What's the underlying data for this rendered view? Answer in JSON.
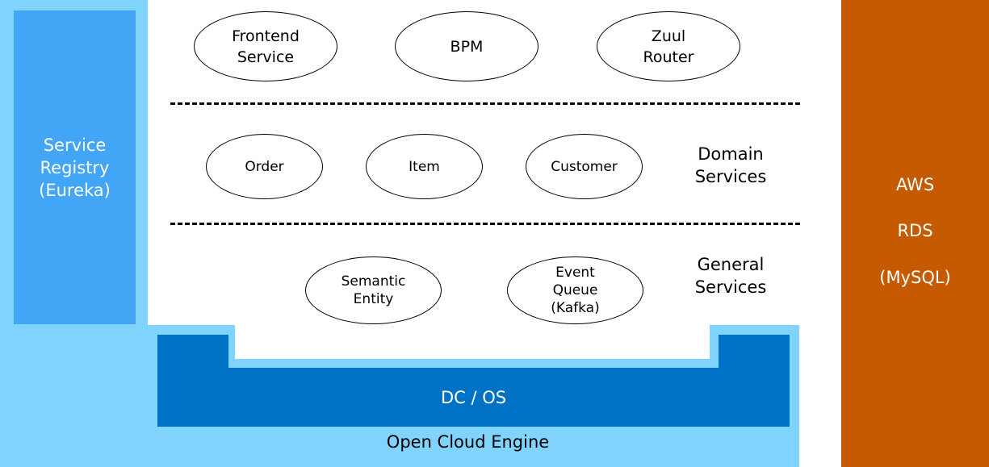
{
  "colors": {
    "light_blue": "#7fd3fd",
    "registry_blue": "#42a5f5",
    "dcos_blue": "#0072c6",
    "aws_orange": "#c55a00"
  },
  "registry": {
    "label": "Service\nRegistry\n(Eureka)"
  },
  "aws": {
    "line1": "AWS",
    "line2": "RDS",
    "line3": "(MySQL)"
  },
  "dcos": {
    "label": "DC / OS"
  },
  "engine": {
    "label": "Open Cloud Engine"
  },
  "top_services": [
    {
      "label": "Frontend\nService"
    },
    {
      "label": "BPM"
    },
    {
      "label": "Zuul\nRouter"
    }
  ],
  "domain_services": {
    "label": "Domain\nServices",
    "items": [
      {
        "label": "Order"
      },
      {
        "label": "Item"
      },
      {
        "label": "Customer"
      }
    ]
  },
  "general_services": {
    "label": "General\nServices",
    "items": [
      {
        "label": "Semantic\nEntity"
      },
      {
        "label": "Event\nQueue\n(Kafka)"
      }
    ]
  }
}
